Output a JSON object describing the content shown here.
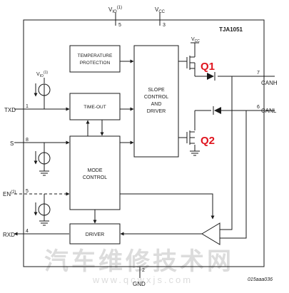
{
  "chip": {
    "name": "TJA1051"
  },
  "pins": {
    "vio": {
      "label": "V",
      "sub": "IO",
      "sup": "(1)",
      "number": "5"
    },
    "vcc": {
      "label": "V",
      "sub": "CC",
      "number": "3"
    },
    "txd": {
      "label": "TXD",
      "number": "1"
    },
    "s": {
      "label": "S",
      "number": "8"
    },
    "en": {
      "label": "EN",
      "sup": "(2)",
      "number": "5"
    },
    "rxd": {
      "label": "RXD",
      "number": "4"
    },
    "canh": {
      "label": "CANH",
      "number": "7"
    },
    "canl": {
      "label": "CANL",
      "number": "6"
    },
    "gnd": {
      "label": "GND",
      "number": "2"
    }
  },
  "blocks": {
    "temperature": {
      "line1": "TEMPERATURE",
      "line2": "PROTECTION"
    },
    "timeout": {
      "line1": "TIME-OUT"
    },
    "slope": {
      "line1": "SLOPE",
      "line2": "CONTROL",
      "line3": "AND",
      "line4": "DRIVER"
    },
    "mode": {
      "line1": "MODE",
      "line2": "CONTROL"
    },
    "driver": {
      "line1": "DRIVER"
    }
  },
  "internal": {
    "vio_source": {
      "label": "V",
      "sub": "IO",
      "sup": "(1)"
    },
    "vcc_supply": {
      "label": "V",
      "sub": "CC"
    }
  },
  "transistors": {
    "q1": {
      "label": "Q1"
    },
    "q2": {
      "label": "Q2"
    }
  },
  "watermark": {
    "main": "汽车维修技术网",
    "url": "www.qcwxjs.com"
  },
  "figure_id": "015aaa036",
  "colors": {
    "line": "#1a1a1a",
    "accent": "#e0141e",
    "watermark": "#d9d9d9"
  }
}
